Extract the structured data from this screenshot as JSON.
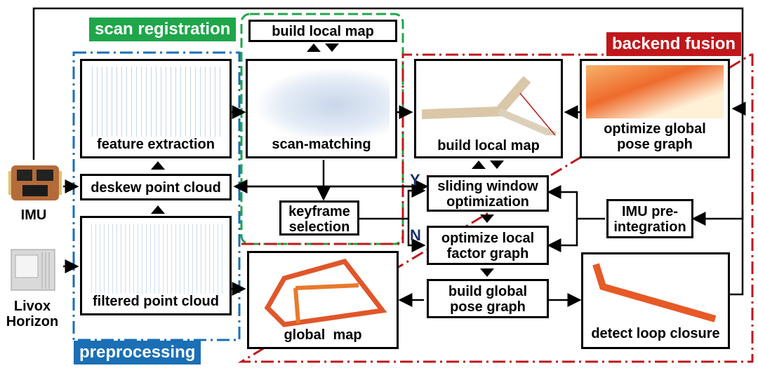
{
  "regions": {
    "scan_registration": "scan registration",
    "backend_fusion": "backend fusion",
    "preprocessing": "preprocessing"
  },
  "sensors": {
    "imu": "IMU",
    "lidar": "Livox\nHorizon"
  },
  "nodes": {
    "feature_extraction": "feature extraction",
    "deskew": "deskew point cloud",
    "filtered": "filtered point cloud",
    "build_local_map_top": "build local map",
    "scan_matching": "scan-matching",
    "keyframe": "keyframe\nselection",
    "global_map": "global  map",
    "build_local_map_backend": "build local map",
    "optimize_global": "optimize global\npose graph",
    "sliding_window": "sliding window\noptimization",
    "optimize_local": "optimize local\nfactor graph",
    "build_global": "build global\npose graph",
    "imu_preint": "IMU pre-\nintegration",
    "detect_loop": "detect loop closure"
  },
  "branch_labels": {
    "yes": "Y",
    "no": "N"
  },
  "colors": {
    "scan_registration": "#1fa64a",
    "backend_fusion": "#c0171b",
    "preprocessing": "#1a6fb5",
    "branch": "#1c2f6b"
  }
}
